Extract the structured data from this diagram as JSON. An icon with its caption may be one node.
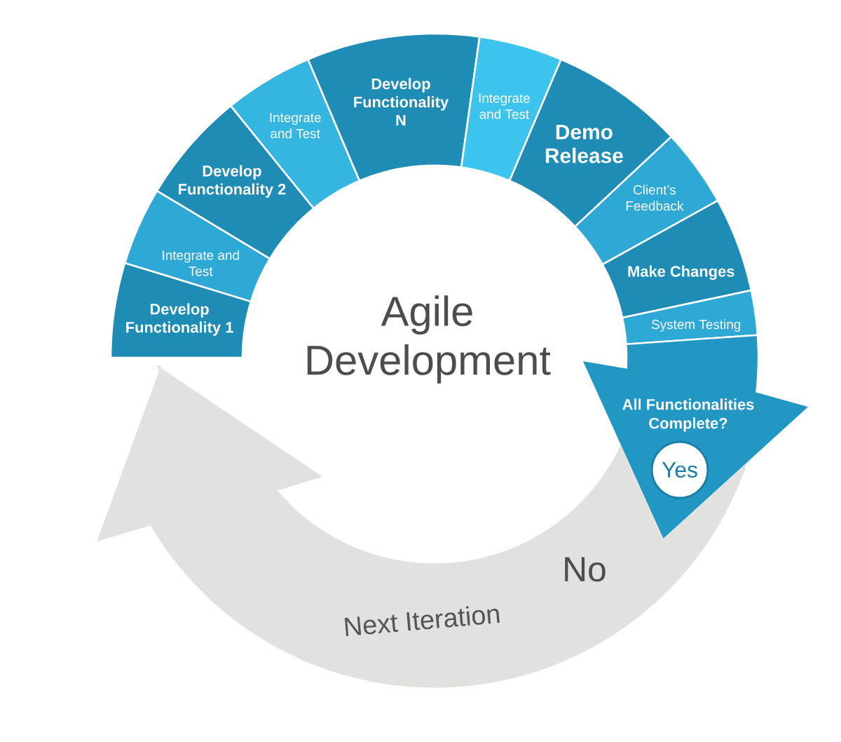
{
  "diagram": {
    "title": "Agile Development",
    "nodes": [
      {
        "text": [
          "Develop Functionality 1"
        ]
      },
      {
        "text": [
          "Integrate and Test"
        ]
      },
      {
        "text": [
          "Develop Functionality 2"
        ]
      },
      {
        "text": [
          "Integrate and Test"
        ]
      },
      {
        "text": [
          "Develop Functionality N"
        ]
      },
      {
        "text": [
          "Integrate and Test"
        ]
      },
      {
        "text": [
          "Demo Release"
        ]
      },
      {
        "text": [
          "Client’s Feedback"
        ]
      },
      {
        "text": [
          "Make Changes"
        ]
      },
      {
        "text": [
          "System Testing"
        ]
      },
      {
        "text": [
          "All Functionalities Complete?"
        ]
      },
      {
        "text": [
          "Yes"
        ],
        "in": 10
      }
    ],
    "edges": [
      {
        "from": 10,
        "to": 0,
        "arrow": "to",
        "label": "No"
      }
    ],
    "labels": [
      "Next Iteration"
    ]
  }
}
